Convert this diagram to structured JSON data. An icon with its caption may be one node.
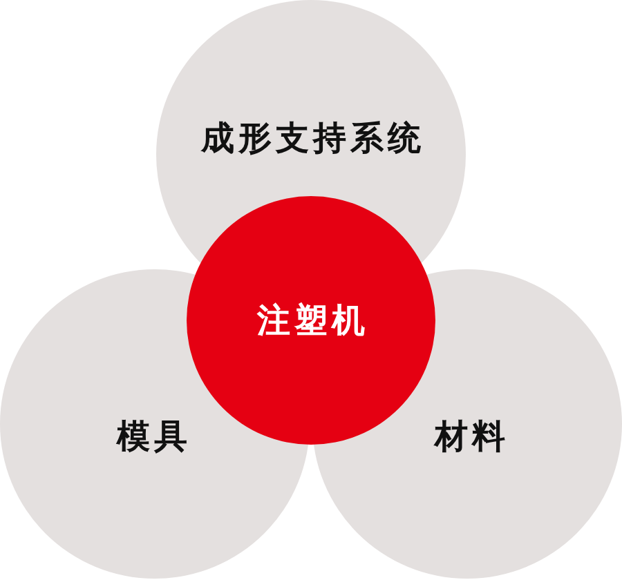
{
  "diagram": {
    "nodes": [
      {
        "text": [
          "成形支持系统"
        ]
      },
      {
        "text": [
          "注塑机"
        ]
      },
      {
        "text": [
          "模具"
        ]
      },
      {
        "text": [
          "材料"
        ]
      }
    ]
  }
}
